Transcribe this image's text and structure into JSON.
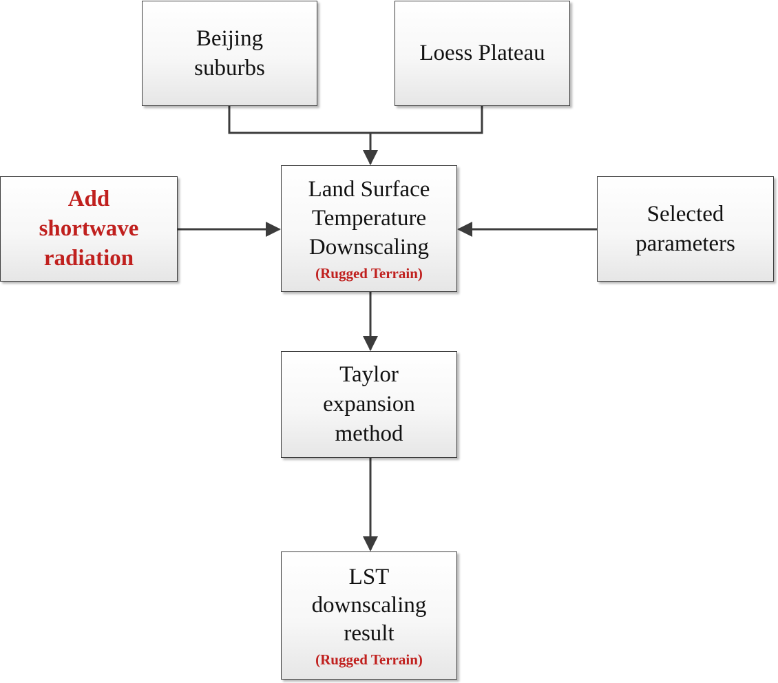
{
  "diagram": {
    "nodes": {
      "beijing": {
        "lines": [
          "Beijing",
          "suburbs"
        ]
      },
      "loess": {
        "lines": [
          "Loess Plateau"
        ]
      },
      "lst_downscaling": {
        "lines": [
          "Land Surface",
          "Temperature",
          "Downscaling"
        ],
        "note": "(Rugged Terrain)"
      },
      "shortwave": {
        "lines": [
          "Add",
          "shortwave",
          "radiation"
        ]
      },
      "selected": {
        "lines": [
          "Selected",
          "parameters"
        ]
      },
      "taylor": {
        "lines": [
          "Taylor",
          "expansion",
          "method"
        ]
      },
      "result": {
        "lines": [
          "LST",
          "downscaling",
          "result"
        ],
        "note": "(Rugged Terrain)"
      }
    },
    "edges": [
      {
        "from": "beijing",
        "to": "lst_downscaling"
      },
      {
        "from": "loess",
        "to": "lst_downscaling"
      },
      {
        "from": "shortwave",
        "to": "lst_downscaling"
      },
      {
        "from": "selected",
        "to": "lst_downscaling"
      },
      {
        "from": "lst_downscaling",
        "to": "taylor"
      },
      {
        "from": "taylor",
        "to": "result"
      }
    ],
    "colors": {
      "highlight_red": "#c0201e",
      "line": "#3c3c3c",
      "box_border": "#3c3c3c"
    }
  }
}
